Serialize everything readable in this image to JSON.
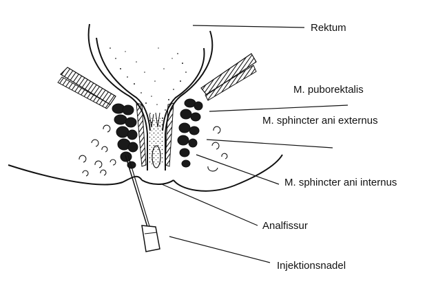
{
  "labels": {
    "rektum": "Rektum",
    "puborektalis": "M. puborektalis",
    "externus": "M. sphincter ani externus",
    "internus": "M. sphincter ani internus",
    "analfissur": "Analfissur",
    "nadel": "Injektionsnadel"
  },
  "colors": {
    "ink": "#111111",
    "paper": "#ffffff"
  }
}
